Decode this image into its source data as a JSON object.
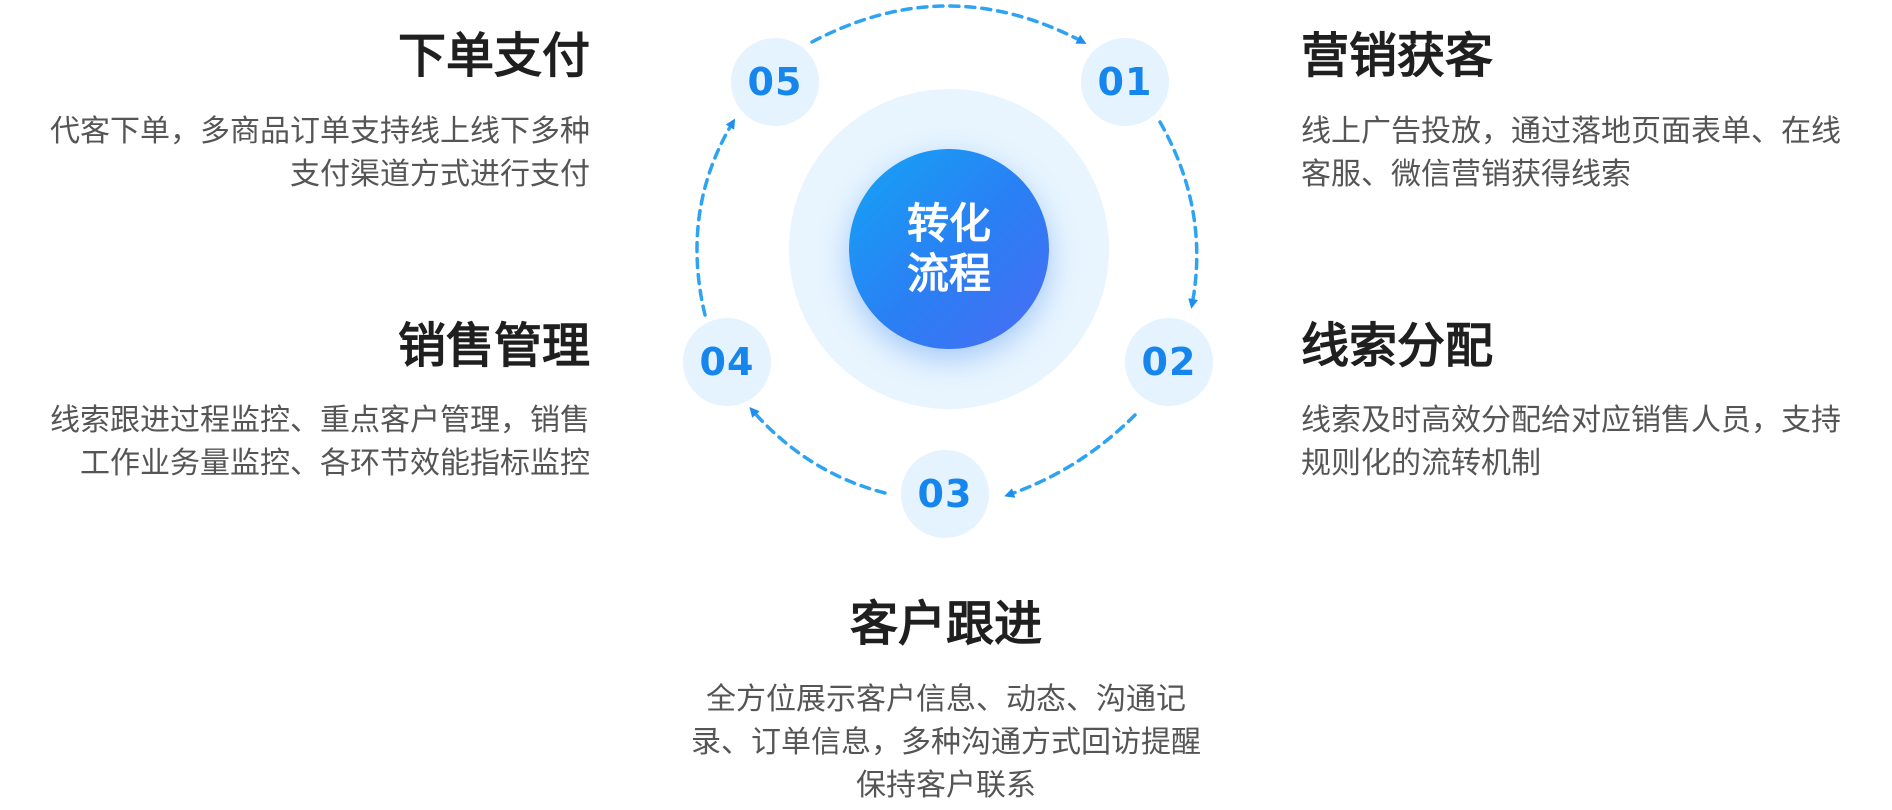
{
  "center": {
    "line1": "转化",
    "line2": "流程"
  },
  "steps": [
    {
      "number": "01",
      "title": "营销获客",
      "desc": [
        "线上广告投放，通过落地页面表单、在线",
        "客服、微信营销获得线索"
      ]
    },
    {
      "number": "02",
      "title": "线索分配",
      "desc": [
        "线索及时高效分配给对应销售人员，支持",
        "规则化的流转机制"
      ]
    },
    {
      "number": "03",
      "title": "客户跟进",
      "desc": [
        "全方位展示客户信息、动态、沟通记",
        "录、订单信息，多种沟通方式回访提醒",
        "保持客户联系"
      ]
    },
    {
      "number": "04",
      "title": "销售管理",
      "desc": [
        "线索跟进过程监控、重点客户管理，销售",
        "工作业务量监控、各环节效能指标监控"
      ]
    },
    {
      "number": "05",
      "title": "下单支付",
      "desc": [
        "代客下单，多商品订单支持线上线下多种",
        "支付渠道方式进行支付"
      ]
    }
  ],
  "colors": {
    "accent": "#1685ec",
    "step_bg": "#e4f3fe",
    "halo": "#e8f5fe",
    "arrow": "#2ea3f2"
  }
}
